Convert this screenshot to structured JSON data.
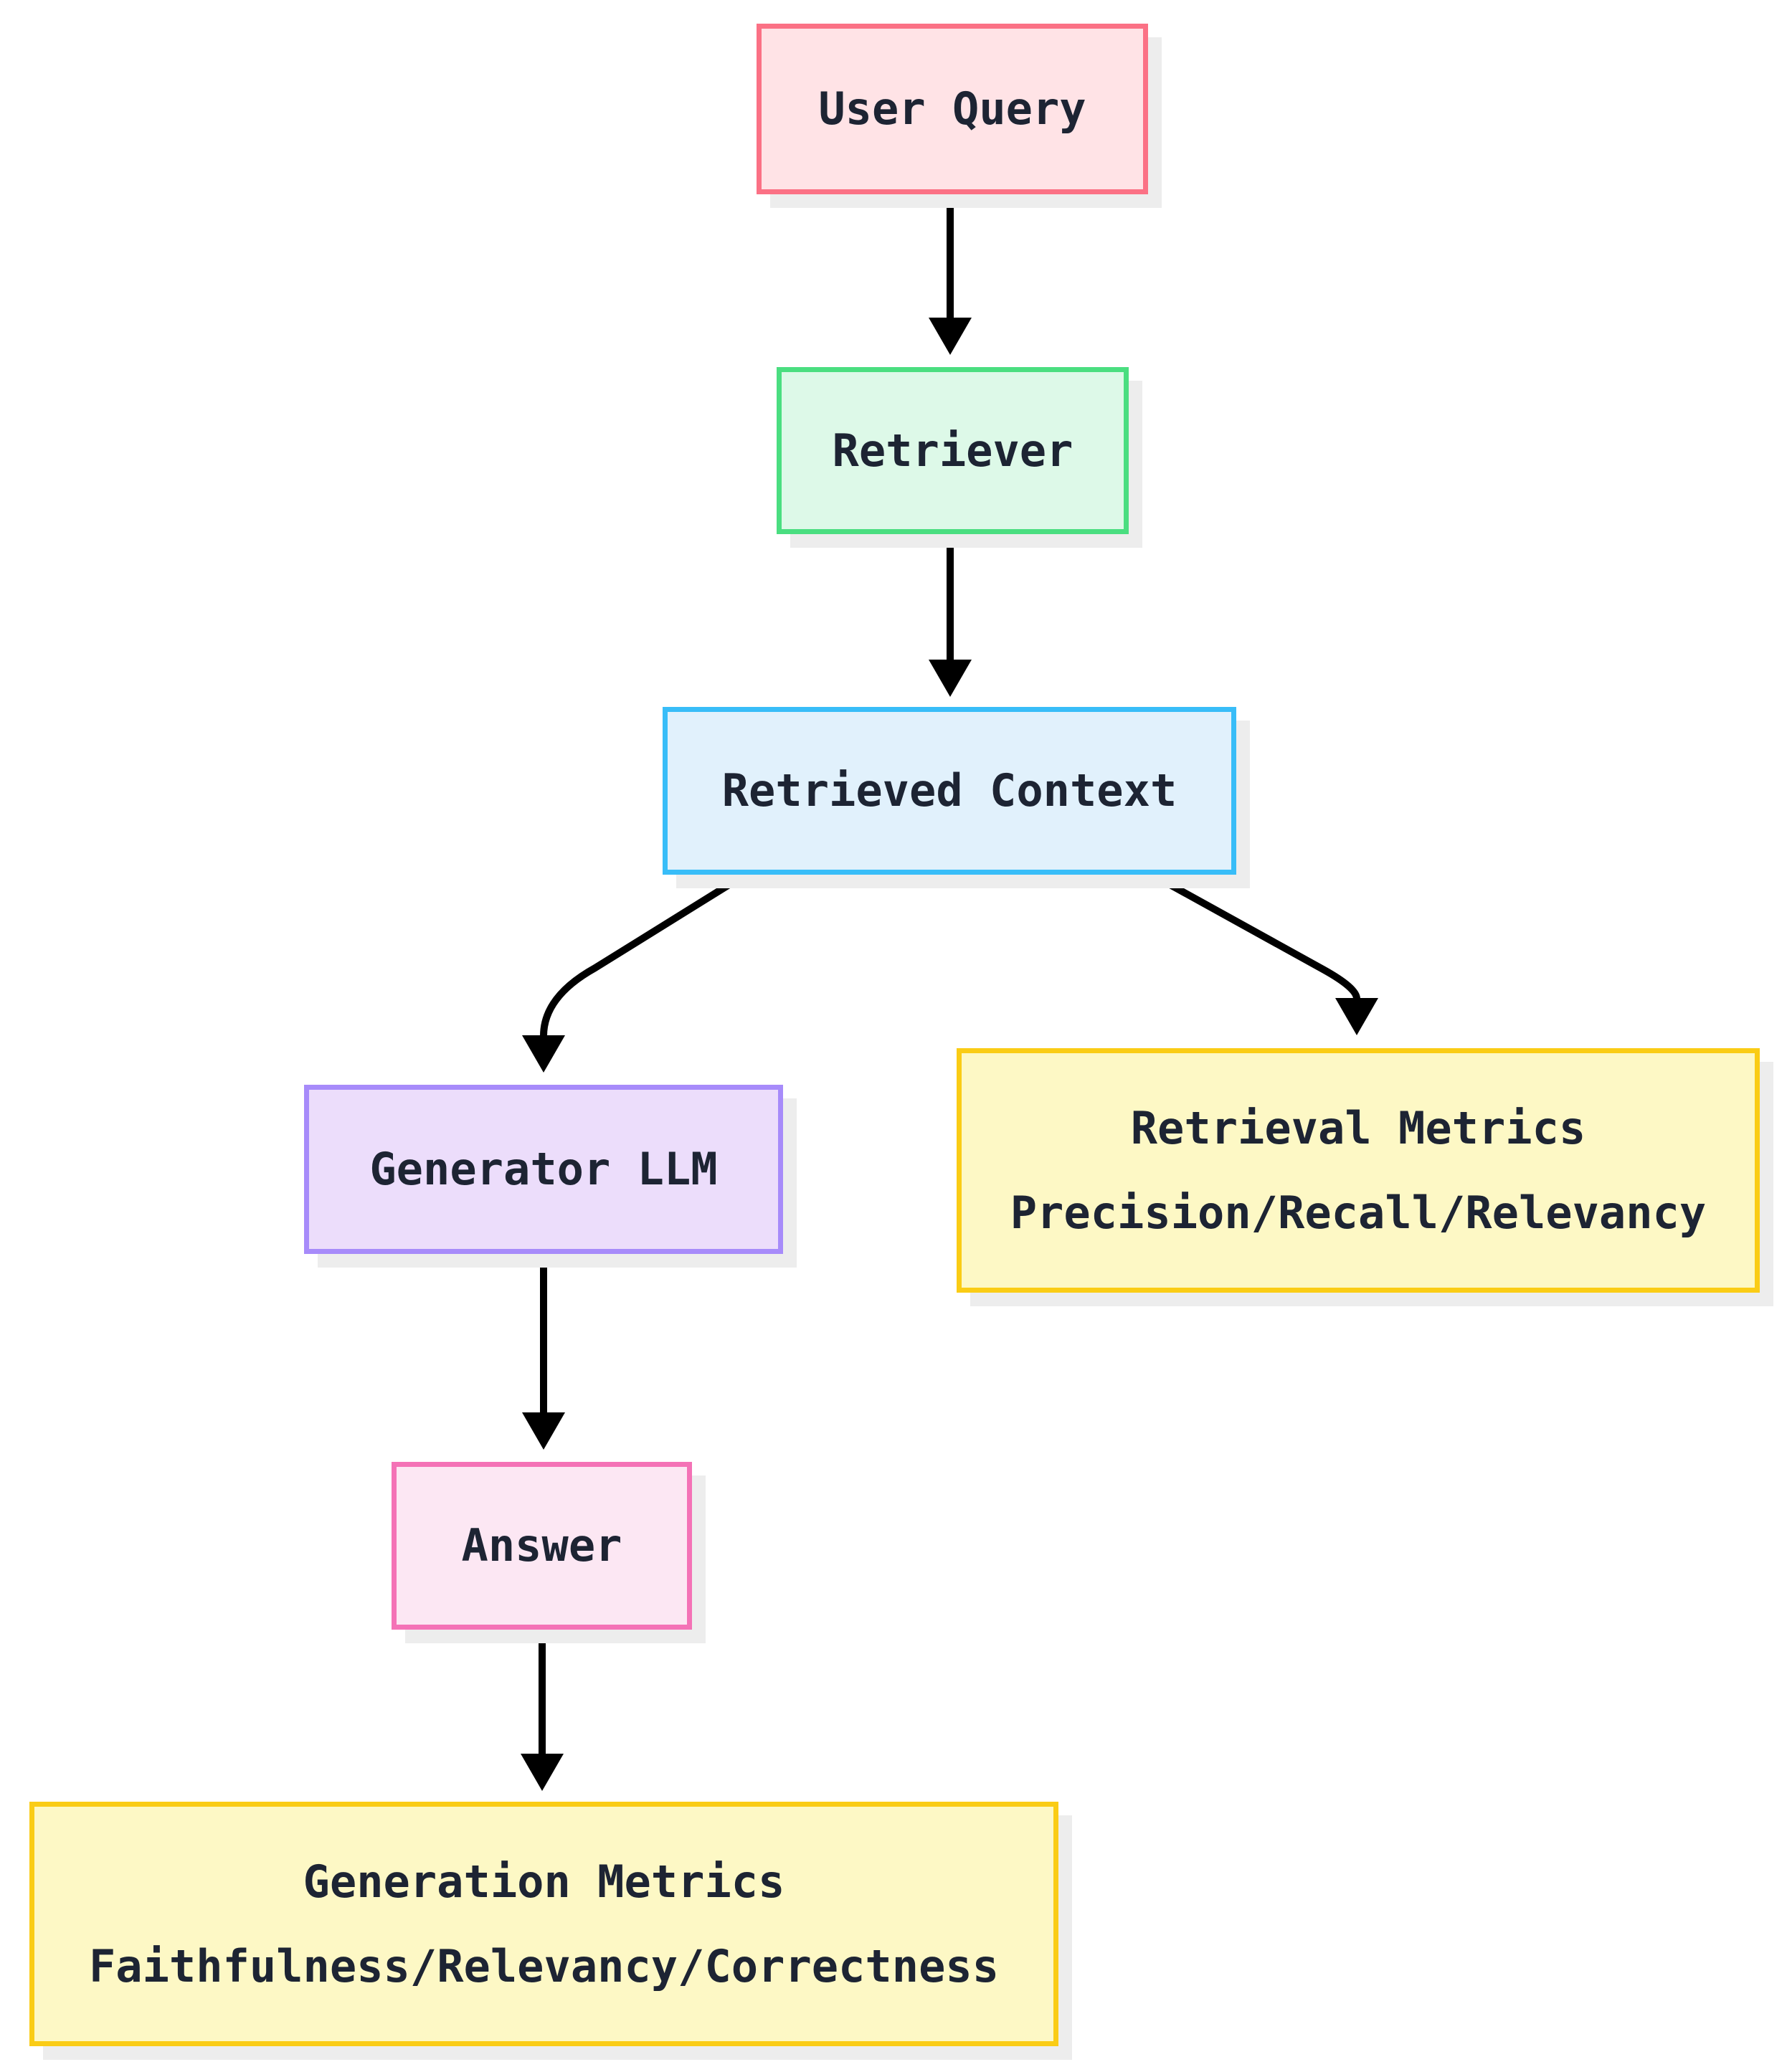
{
  "diagram": {
    "background_color": "#ffffff",
    "text_color": "#1d2433",
    "arrow_color": "#000000",
    "shadow_color": "#ededed",
    "nodes": [
      {
        "id": "user-query",
        "label": "User Query",
        "fill": "#ffe3e6",
        "border_color": "#fb7185"
      },
      {
        "id": "retriever",
        "label": "Retriever",
        "fill": "#ddf9e8",
        "border_color": "#4ade80"
      },
      {
        "id": "retrieved-context",
        "label": "Retrieved Context",
        "fill": "#e1f1fc",
        "border_color": "#38bdf8"
      },
      {
        "id": "generator-llm",
        "label": "Generator LLM",
        "fill": "#ecddfb",
        "border_color": "#a78bfa"
      },
      {
        "id": "retrieval-metrics",
        "label_line1": "Retrieval Metrics",
        "label_line2": "Precision/Recall/Relevancy",
        "fill": "#fdf8c5",
        "border_color": "#facc15"
      },
      {
        "id": "answer",
        "label": "Answer",
        "fill": "#fce7f3",
        "border_color": "#f472b6"
      },
      {
        "id": "generation-metrics",
        "label_line1": "Generation Metrics",
        "label_line2": "Faithfulness/Relevancy/Correctness",
        "fill": "#fdf8c5",
        "border_color": "#facc15"
      }
    ],
    "edges": [
      {
        "from": "user-query",
        "to": "retriever"
      },
      {
        "from": "retriever",
        "to": "retrieved-context"
      },
      {
        "from": "retrieved-context",
        "to": "generator-llm"
      },
      {
        "from": "retrieved-context",
        "to": "retrieval-metrics"
      },
      {
        "from": "generator-llm",
        "to": "answer"
      },
      {
        "from": "answer",
        "to": "generation-metrics"
      }
    ]
  }
}
